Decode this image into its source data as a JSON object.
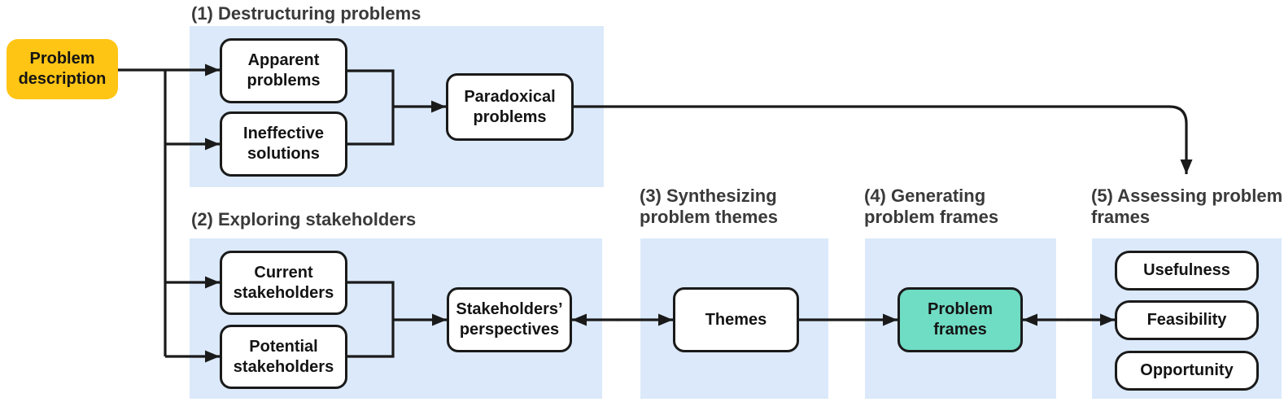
{
  "colors": {
    "source_fill": "#FFC514",
    "panel_fill": "#DBE9FA",
    "highlight_fill": "#6FDCC4",
    "node_fill": "#FFFFFF",
    "line": "#1A1A1A",
    "title_text": "#3A3A3A"
  },
  "source_box": {
    "label": "Problem description"
  },
  "stages": [
    {
      "title": "(1) Destructuring problems",
      "boxes": [
        {
          "label": "Apparent problems"
        },
        {
          "label": "Ineffective solutions"
        },
        {
          "label": "Paradoxical problems"
        }
      ]
    },
    {
      "title": "(2) Exploring stakeholders",
      "boxes": [
        {
          "label": "Current stakeholders"
        },
        {
          "label": "Potential stakeholders"
        },
        {
          "label": "Stakeholders’ perspectives"
        }
      ]
    },
    {
      "title": "(3) Synthesizing problem themes",
      "boxes": [
        {
          "label": "Themes"
        }
      ]
    },
    {
      "title": "(4) Generating problem frames",
      "boxes": [
        {
          "label": "Problem frames"
        }
      ]
    },
    {
      "title": "(5) Assessing problem frames",
      "boxes": [
        {
          "label": "Usefulness"
        },
        {
          "label": "Feasibility"
        },
        {
          "label": "Opportunity"
        }
      ]
    }
  ]
}
